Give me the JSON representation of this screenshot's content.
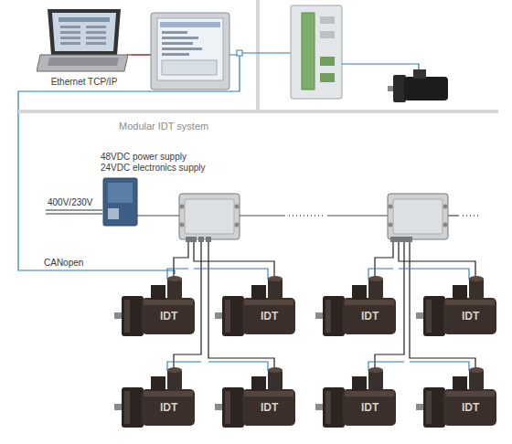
{
  "diagram": {
    "nodes": [
      {
        "text": [
          "Ethernet TCP/IP"
        ]
      },
      {
        "text": [
          "48VDC power supply",
          "24VDC electronics supply"
        ]
      },
      {
        "text": [
          "IDT"
        ]
      },
      {
        "text": [
          "IDT"
        ]
      },
      {
        "text": [
          "IDT"
        ]
      },
      {
        "text": [
          "IDT"
        ]
      },
      {
        "text": [
          "IDT"
        ]
      },
      {
        "text": [
          "IDT"
        ]
      },
      {
        "text": [
          "IDT"
        ]
      },
      {
        "text": [
          "IDT"
        ]
      }
    ],
    "edges": [
      {
        "from": 0,
        "to": 2,
        "label": "CANopen",
        "arrow": "none"
      }
    ],
    "labels": [
      "Modular IDT system",
      "400V/230V"
    ]
  }
}
